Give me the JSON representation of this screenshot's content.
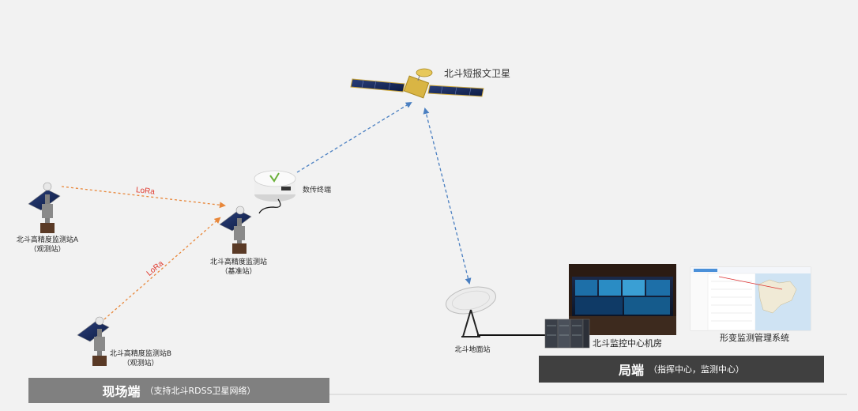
{
  "satellite": {
    "label": "北斗短报文卫星",
    "icon": "satellite-icon"
  },
  "terminal": {
    "label": "数传终端",
    "icon": "data-terminal-icon"
  },
  "stations": [
    {
      "label_line1": "北斗高精度监测站A",
      "label_line2": "（观测站）",
      "icon": "solar-monitoring-station-icon"
    },
    {
      "label_line1": "北斗高精度监测站",
      "label_line2": "（基准站）",
      "icon": "solar-monitoring-station-icon"
    },
    {
      "label_line1": "北斗高精度监测站B",
      "label_line2": "（观测站）",
      "icon": "solar-monitoring-station-icon"
    }
  ],
  "links": {
    "lora_top": "LoRa",
    "lora_diag": "LoRa"
  },
  "ground_station": {
    "label": "北斗地面站",
    "icon": "satellite-dish-icon"
  },
  "control_room": {
    "label": "北斗监控中心机房",
    "icon": "server-rack-icon"
  },
  "management_system": {
    "label": "形变监测管理系统",
    "icon": "map-screenshot-icon"
  },
  "banners": {
    "field": {
      "main": "现场端",
      "sub": "（支持北斗RDSS卫星网络）",
      "color": "#808080"
    },
    "bureau": {
      "main": "局端",
      "sub": "（指挥中心，监测中心）",
      "color": "#404040"
    }
  },
  "colors": {
    "lora_arrow": "#e8873a",
    "satellite_link": "#4a7fc1",
    "lora_text": "#e03a2f"
  }
}
